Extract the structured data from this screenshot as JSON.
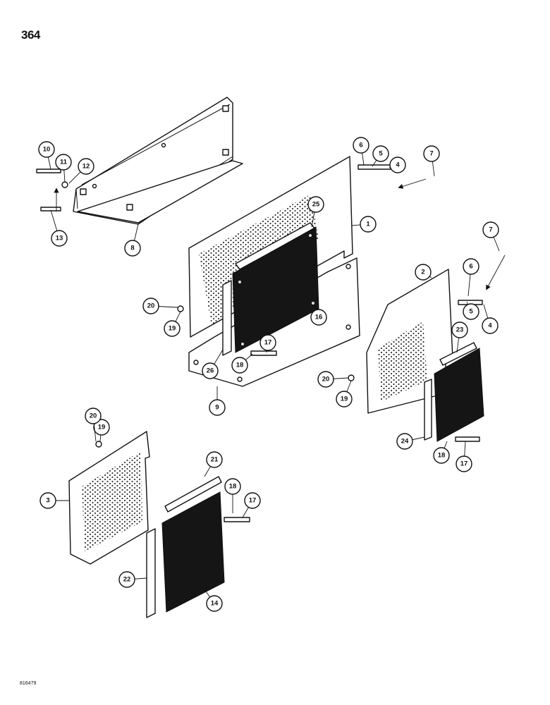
{
  "page": {
    "number": "364",
    "figure_code": "816479"
  },
  "callouts": [
    "1",
    "2",
    "3",
    "4",
    "4",
    "5",
    "5",
    "6",
    "6",
    "7",
    "7",
    "8",
    "9",
    "10",
    "11",
    "12",
    "13",
    "14",
    "16",
    "17",
    "17",
    "17",
    "18",
    "18",
    "18",
    "19",
    "19",
    "19",
    "20",
    "20",
    "20",
    "21",
    "22",
    "23",
    "24",
    "25",
    "26"
  ]
}
